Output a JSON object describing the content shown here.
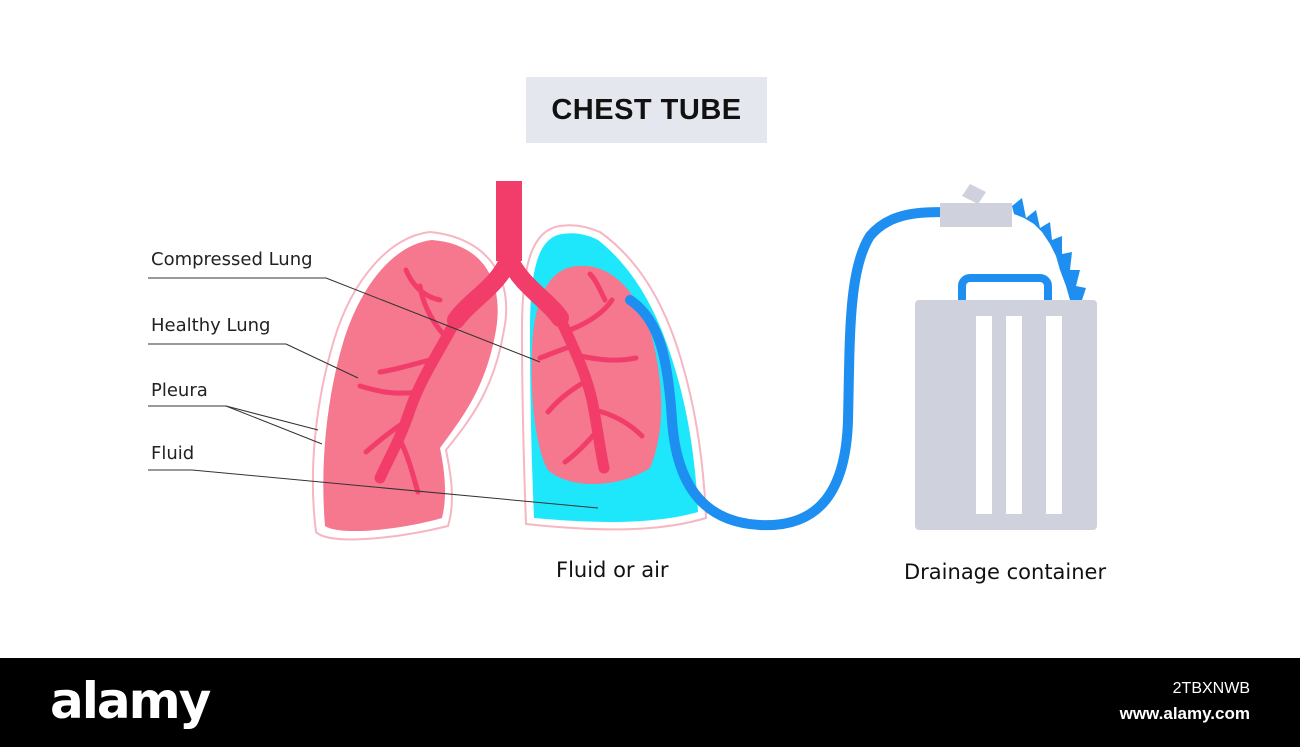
{
  "title": "CHEST TUBE",
  "labels": {
    "compressed_lung": "Compressed Lung",
    "healthy_lung": "Healthy Lung",
    "pleura": "Pleura",
    "fluid": "Fluid"
  },
  "captions": {
    "fluid_or_air": "Fluid or air",
    "drainage_container": "Drainage container"
  },
  "footer": {
    "brand": "alamy",
    "image_code": "2TBXNWB",
    "url": "www.alamy.com"
  },
  "colors": {
    "lung_pink": "#f5788e",
    "airway_red": "#f23d6a",
    "fluid_cyan": "#1ee7fb",
    "tube_blue": "#1e8ff0",
    "container_gray": "#cfd1dc",
    "title_bg": "#e5e7ef"
  }
}
